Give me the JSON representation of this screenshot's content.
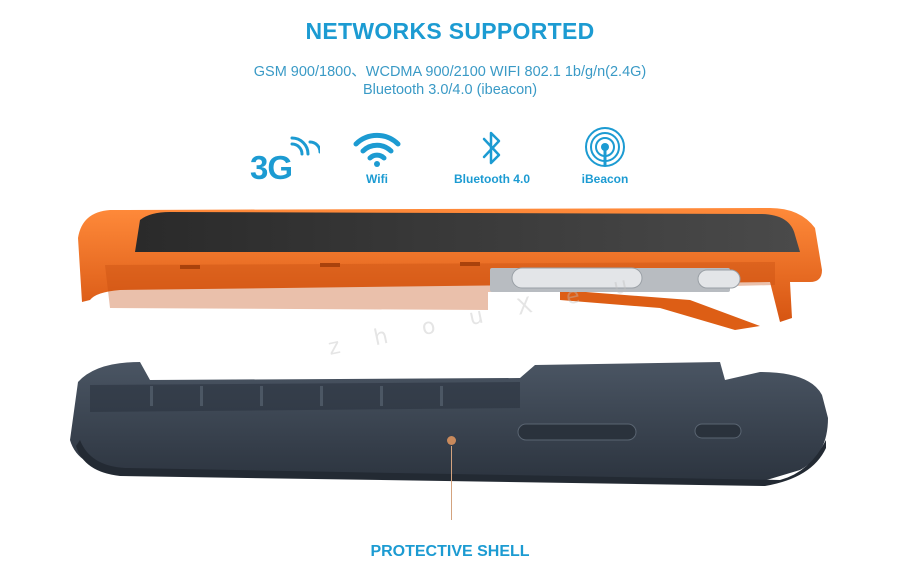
{
  "colors": {
    "accent": "#1c9bd2",
    "body_text": "#3a9ac6",
    "orange": "#ee6a1c",
    "shell": "#3a4350"
  },
  "header": {
    "title": "NETWORKS SUPPORTED",
    "line1": "GSM 900/1800、WCDMA 900/2100 WIFI 802.1 1b/g/n(2.4G)",
    "line2": "Bluetooth 3.0/4.0 (ibeacon)"
  },
  "features": [
    {
      "icon": "3g-signal-icon",
      "label": "3G"
    },
    {
      "icon": "wifi-icon",
      "label": "Wifi"
    },
    {
      "icon": "bluetooth-icon",
      "label": "Bluetooth 4.0"
    },
    {
      "icon": "ibeacon-icon",
      "label": "iBeacon"
    }
  ],
  "callout": {
    "label": "PROTECTIVE SHELL"
  }
}
